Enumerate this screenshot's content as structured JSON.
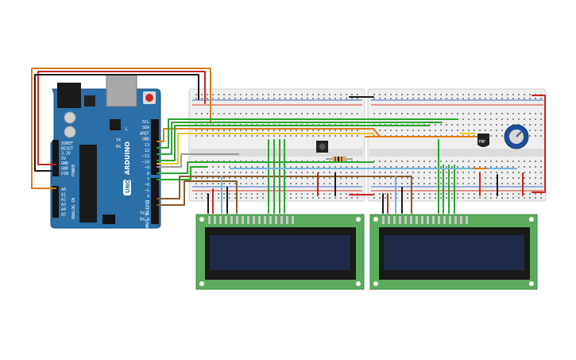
{
  "arduino": {
    "brand": "ARDUINO",
    "model": "UNO",
    "power_pins": [
      "IOREF",
      "RESET",
      "3.3V",
      "5V",
      "GND",
      "GND",
      "VIN"
    ],
    "analog_pins": [
      "A0",
      "A1",
      "A2",
      "A3",
      "A4",
      "A5"
    ],
    "analog_header": "ANALOG IN",
    "power_header": "POWER",
    "digital_pins": [
      "SCL",
      "SDA",
      "AREF",
      "GND",
      "13",
      "12",
      "~11",
      "~10",
      "~9",
      "8",
      "7",
      "~6",
      "~5",
      "4",
      "~3",
      "2",
      "TX→1",
      "RX←0"
    ],
    "digital_header": "DIGITAL (PWM~)",
    "tx_label": "TX",
    "rx_label": "RX",
    "l_label": "L"
  },
  "components": {
    "sensor_label": "TMP",
    "lcd_count": 2
  },
  "colors": {
    "board": "#2b6fa8",
    "breadboard": "#eeeeee",
    "rail_red": "#d33a2c",
    "rail_blue": "#3a6fc4",
    "wire_orange": "#e07b12",
    "wire_red": "#c8261f",
    "wire_black": "#1a1a1a",
    "wire_green": "#2aa630",
    "wire_yellow": "#e8c81e",
    "wire_brown": "#8a5a2b",
    "wire_lightblue": "#6fb6d9",
    "wire_grey": "#9a9a9a",
    "lcd_pcb": "#5cac5e",
    "lcd_screen": "#1e2a48",
    "pot": "#1f4f9a"
  }
}
